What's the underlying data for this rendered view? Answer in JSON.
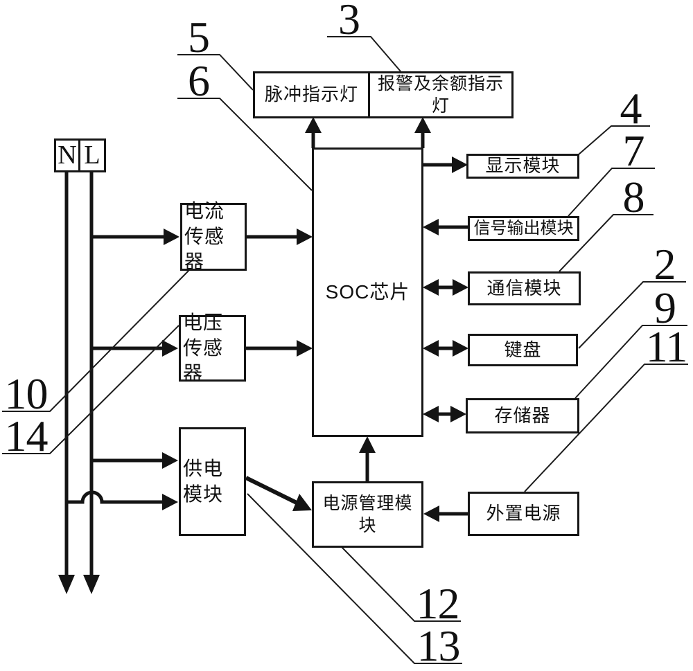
{
  "figure": {
    "bg_color": "#ffffff",
    "ink_color": "#141414"
  },
  "blocks": {
    "pulse_indicator": "脉冲指示灯",
    "alarm_balance_indicator": "报警及余额指示灯",
    "terminal_n": "N",
    "terminal_l": "L",
    "current_sensor": "电流传感器",
    "voltage_sensor": "电压传感器",
    "power_supply_module": "供电模块",
    "soc_chip": "SOC芯片",
    "power_management_module": "电源管理模块",
    "display_module": "显示模块",
    "signal_output_module": "信号输出模块",
    "communication_module": "通信模块",
    "keyboard": "键盘",
    "memory": "存储器",
    "external_power": "外置电源"
  },
  "reference_numerals": {
    "alarm_balance_indicator": "3",
    "pulse_indicator": "5",
    "soc_chip": "6",
    "display_module": "4",
    "signal_output_module": "7",
    "communication_module": "8",
    "keyboard": "2",
    "memory": "9",
    "external_power": "11",
    "current_sensor": "10",
    "voltage_sensor": "14",
    "power_management_module": "12",
    "power_supply_module": "13"
  }
}
